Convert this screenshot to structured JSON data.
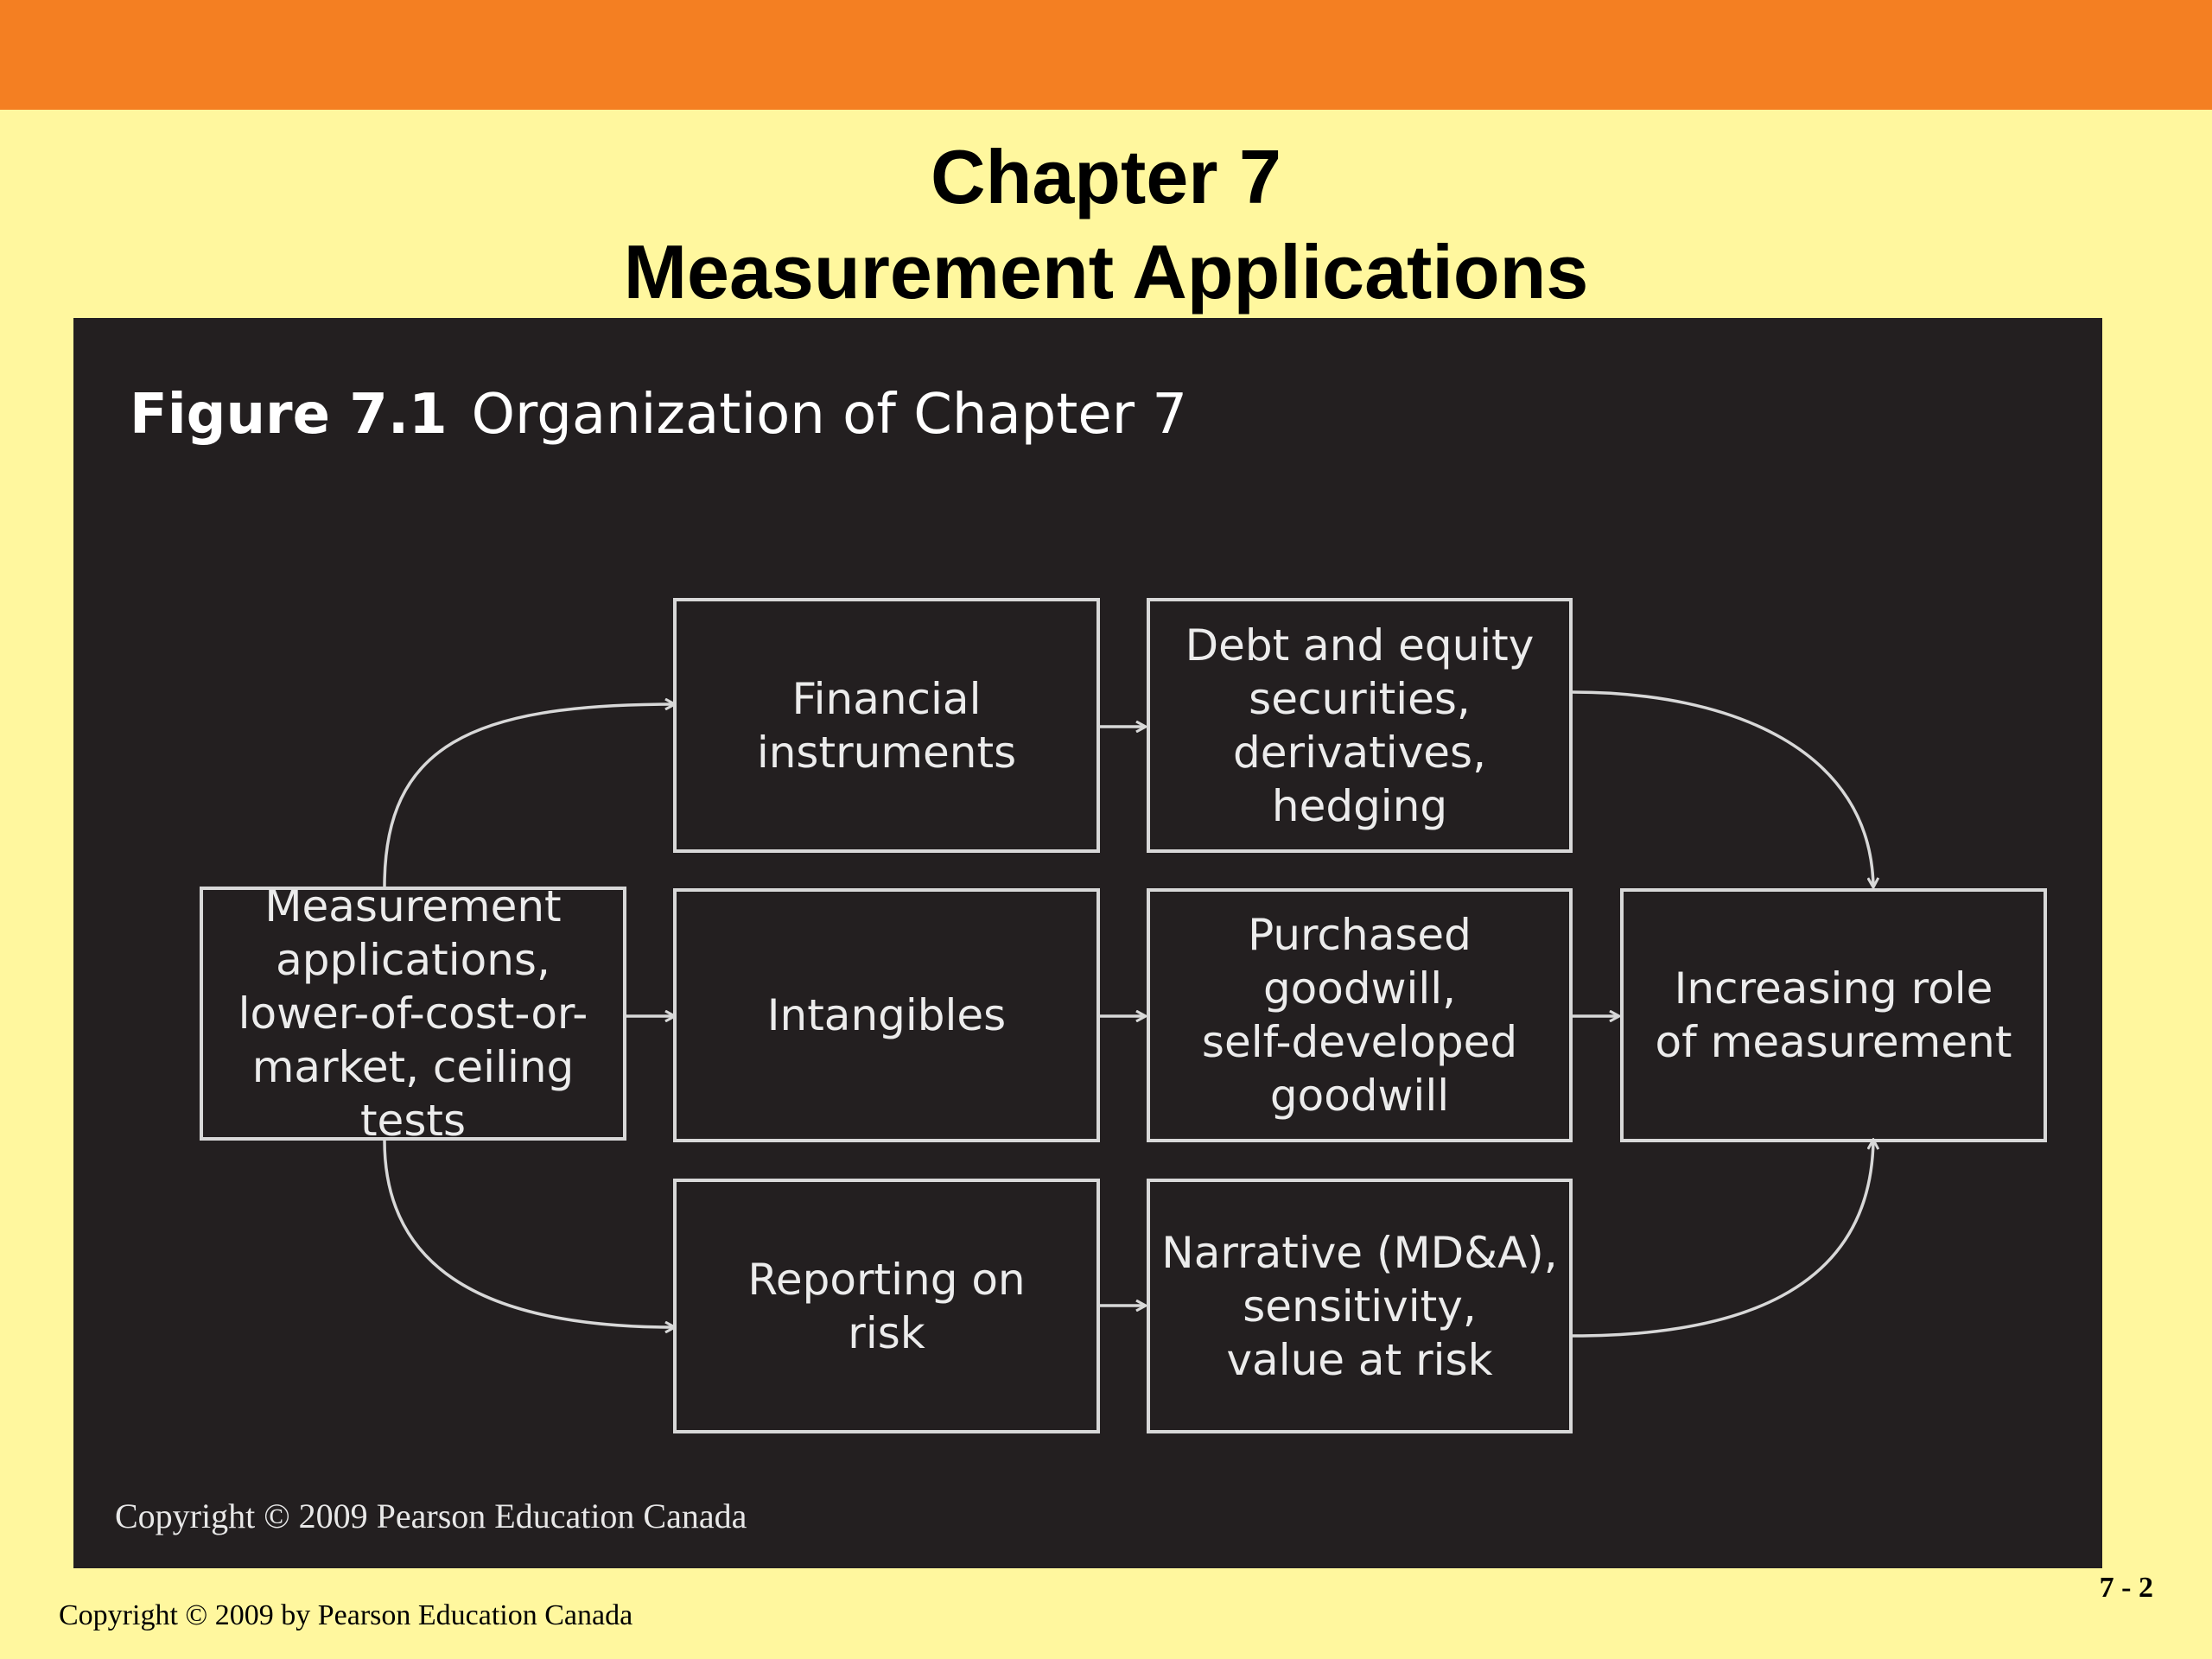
{
  "slide": {
    "title_line1": "Chapter 7",
    "title_line2": "Measurement Applications",
    "footer_copyright": "Copyright © 2009 by Pearson Education Canada",
    "page_number": "7 - 2"
  },
  "figure": {
    "number": "Figure 7.1",
    "caption": "Organization of Chapter 7",
    "copyright": "Copyright © 2009 Pearson Education Canada",
    "boxes": {
      "measurement": "Measurement\napplications,\nlower-of-cost-or-\nmarket, ceiling tests",
      "financial": "Financial\ninstruments",
      "intangibles": "Intangibles",
      "risk": "Reporting on\nrisk",
      "debt": "Debt and equity\nsecurities,\nderivatives,\nhedging",
      "goodwill": "Purchased goodwill,\nself-developed\ngoodwill",
      "narrative": "Narrative (MD&A),\nsensitivity,\nvalue at risk",
      "increasing": "Increasing role\nof measurement"
    }
  },
  "colors": {
    "top_bar": "#f47f22",
    "slide_background": "#fff79e",
    "figure_background": "#231f20",
    "figure_lines": "#d8d8d8"
  }
}
